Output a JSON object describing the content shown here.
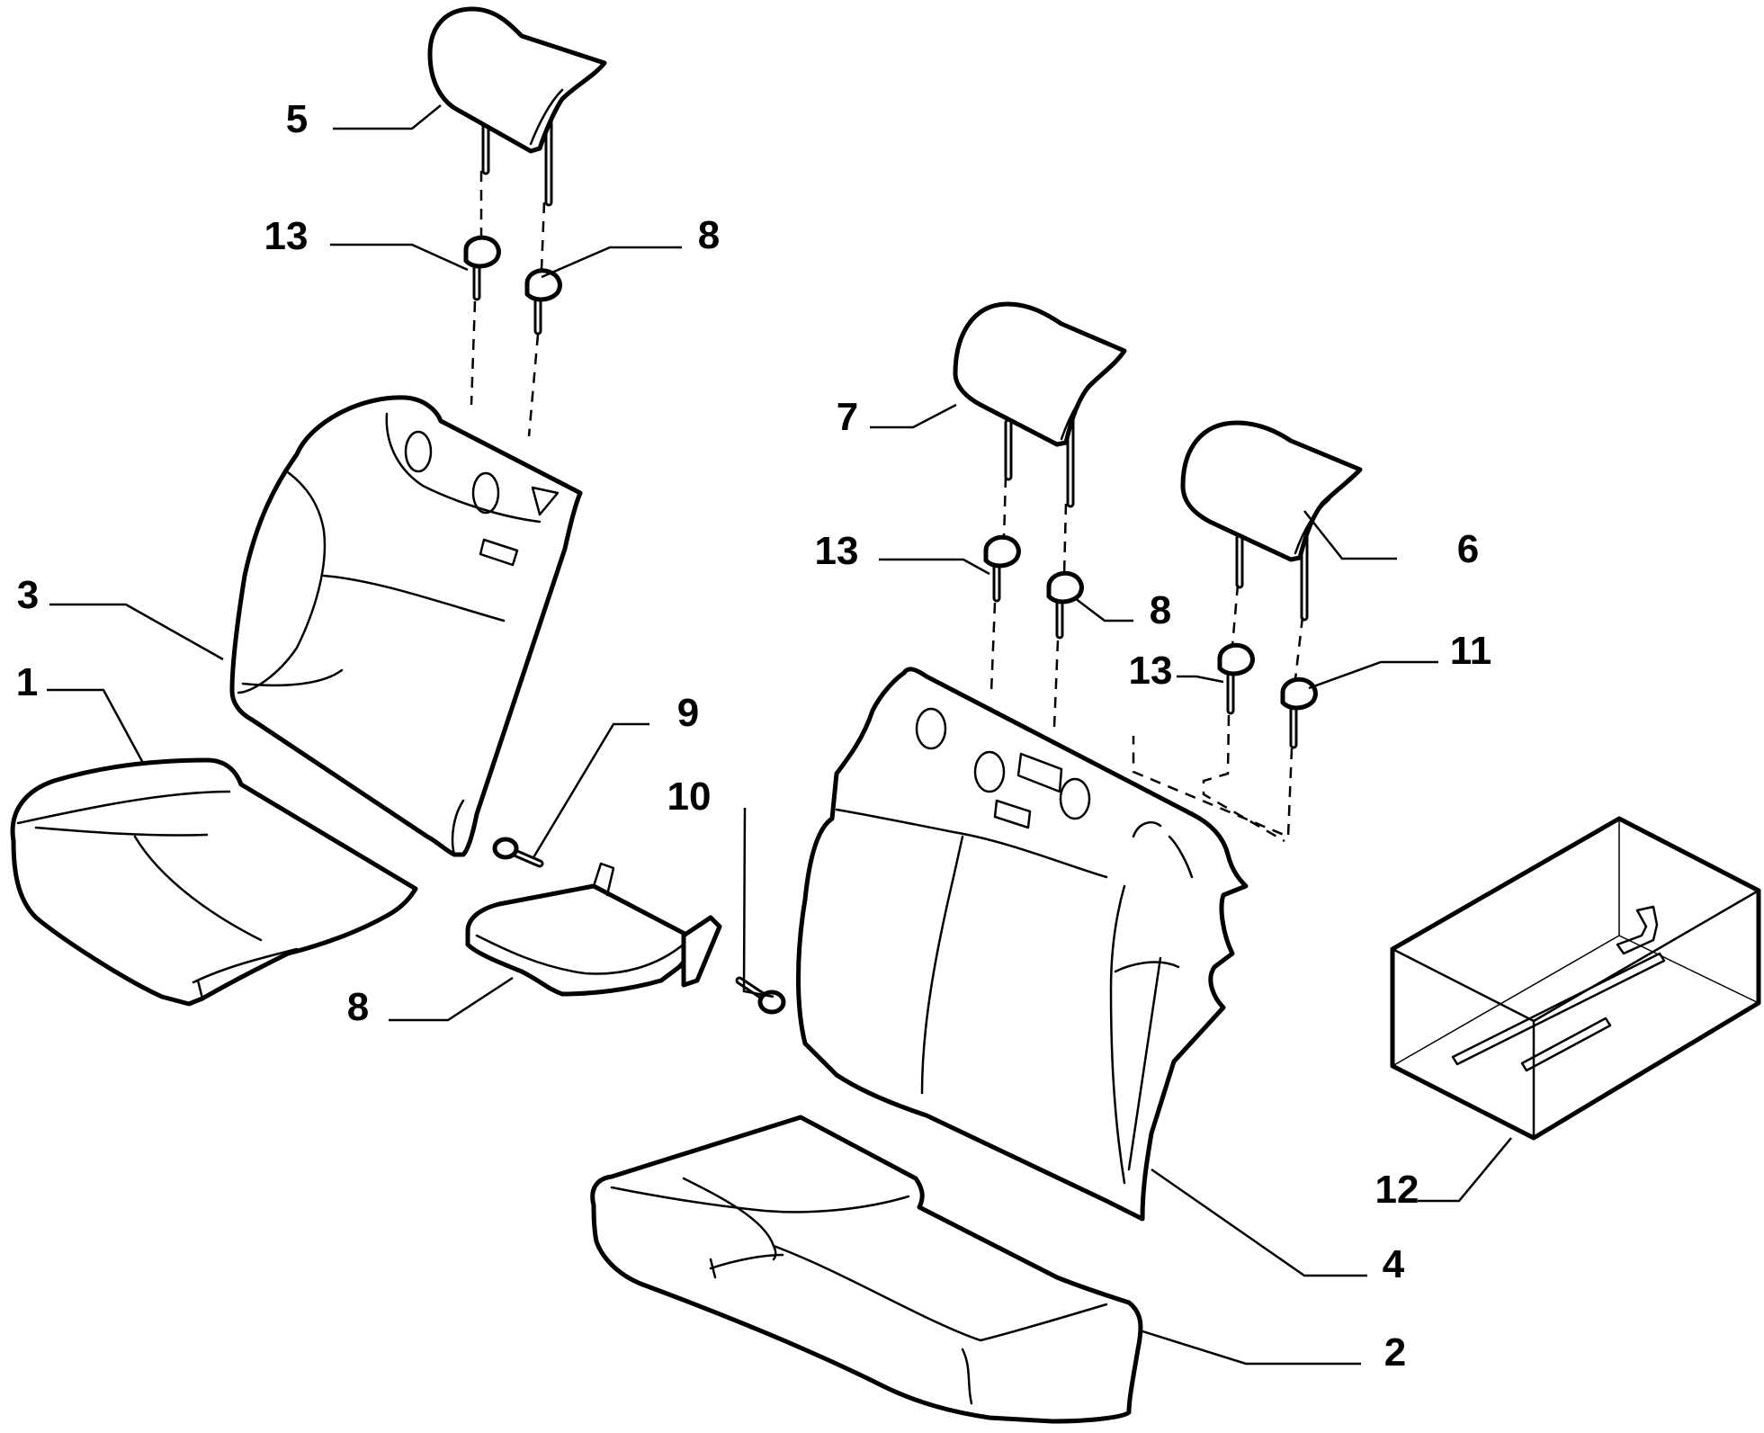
{
  "callouts": [
    {
      "id": "c1",
      "label": "1"
    },
    {
      "id": "c2",
      "label": "2"
    },
    {
      "id": "c3",
      "label": "3"
    },
    {
      "id": "c4",
      "label": "4"
    },
    {
      "id": "c5",
      "label": "5"
    },
    {
      "id": "c6",
      "label": "6"
    },
    {
      "id": "c7",
      "label": "7"
    },
    {
      "id": "c8a",
      "label": "8"
    },
    {
      "id": "c8b",
      "label": "8"
    },
    {
      "id": "c8c",
      "label": "8"
    },
    {
      "id": "c9",
      "label": "9"
    },
    {
      "id": "c10",
      "label": "10"
    },
    {
      "id": "c11",
      "label": "11"
    },
    {
      "id": "c12",
      "label": "12"
    },
    {
      "id": "c13a",
      "label": "13"
    },
    {
      "id": "c13b",
      "label": "13"
    },
    {
      "id": "c13c",
      "label": "13"
    }
  ],
  "colors": {
    "line": "#000000",
    "background": "#ffffff"
  }
}
